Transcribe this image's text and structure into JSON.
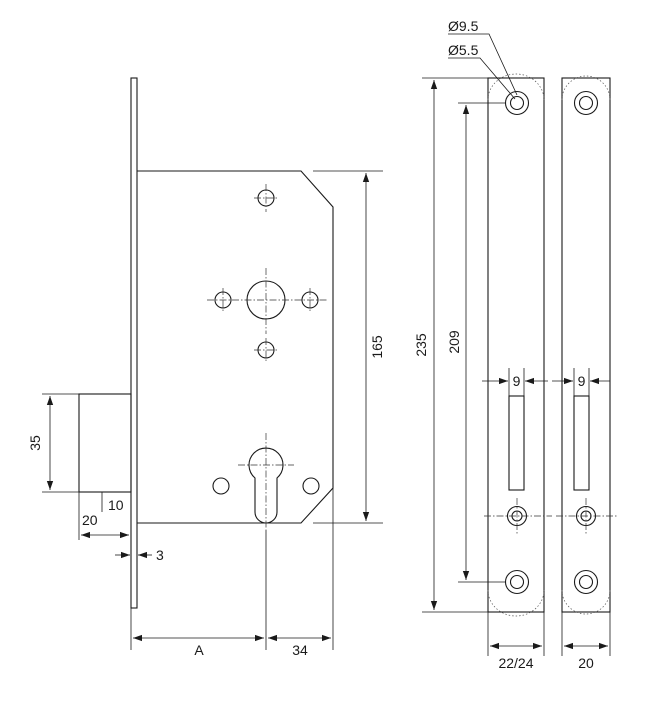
{
  "dimensions": {
    "bolt_height": "35",
    "bolt_width": "20",
    "bolt_offset": "10",
    "faceplate_thickness": "3",
    "backset": "A",
    "cylinder_to_edge": "34",
    "case_height": "165",
    "faceplate_length": "235",
    "screw_spacing": "209",
    "hole_outer": "Ø9.5",
    "hole_inner": "Ø5.5",
    "slot_width_front": "9",
    "slot_width_strike": "9",
    "faceplate_width": "22/24",
    "strike_width": "20"
  }
}
